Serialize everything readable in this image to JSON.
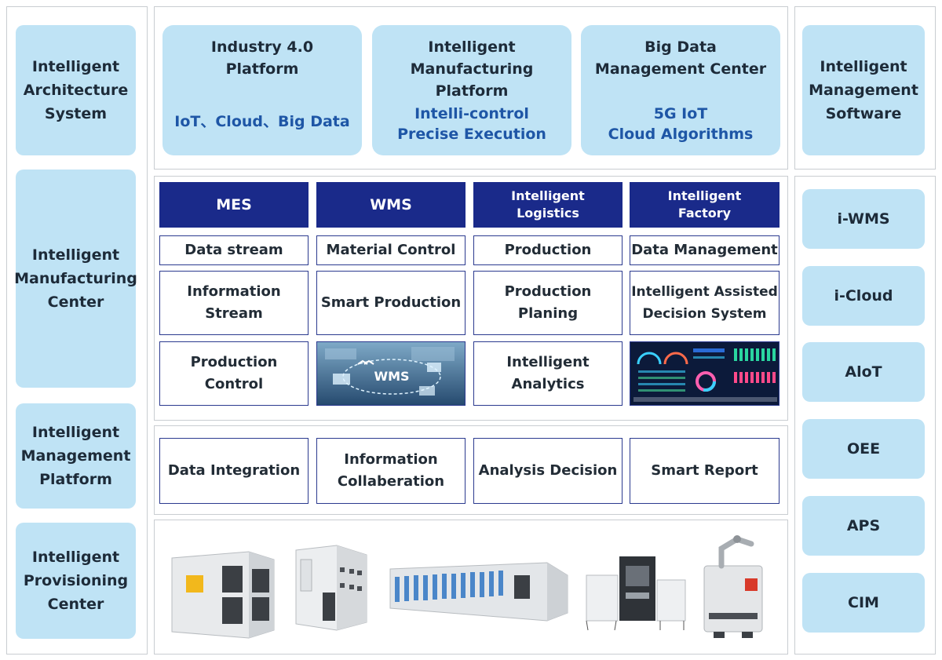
{
  "left_column": [
    {
      "label": "Intelligent\nArchitecture\nSystem"
    },
    {
      "label": "Intelligent\nManufacturing\nCenter"
    },
    {
      "label": "Intelligent\nManagement\nPlatform"
    },
    {
      "label": "Intelligent\nProvisioning\nCenter"
    }
  ],
  "top_row": [
    {
      "title": "Industry 4.0\nPlatform",
      "subtitle": "IoT、Cloud、Big Data"
    },
    {
      "title": "Intelligent\nManufacturing Platform",
      "subtitle": "Intelli-control\nPrecise Execution"
    },
    {
      "title": "Big Data\nManagement Center",
      "subtitle": "5G  IoT\nCloud Algorithms"
    }
  ],
  "right_top": {
    "label": "Intelligent\nManagement\nSoftware"
  },
  "manufacturing_grid": {
    "headers": [
      "MES",
      "WMS",
      "Intelligent\nLogistics",
      "Intelligent\nFactory"
    ],
    "row1": [
      "Data stream",
      "Material Control",
      "Production",
      "Data Management"
    ],
    "row2": [
      "Information\nStream",
      "Smart Production",
      "Production\nPlaning",
      "Intelligent Assisted\nDecision System"
    ],
    "row3": [
      "Production\nControl",
      "",
      "Intelligent\nAnalytics",
      ""
    ],
    "wms_image_label": "WMS"
  },
  "management_row": [
    "Data Integration",
    "Information\nCollaberation",
    "Analysis Decision",
    "Smart Report"
  ],
  "right_column": [
    "i-WMS",
    "i-Cloud",
    "AloT",
    "OEE",
    "APS",
    "CIM"
  ],
  "colors": {
    "light_blue": "#bfe3f5",
    "navy": "#1a2a8a",
    "accent_blue": "#1e56a6"
  }
}
